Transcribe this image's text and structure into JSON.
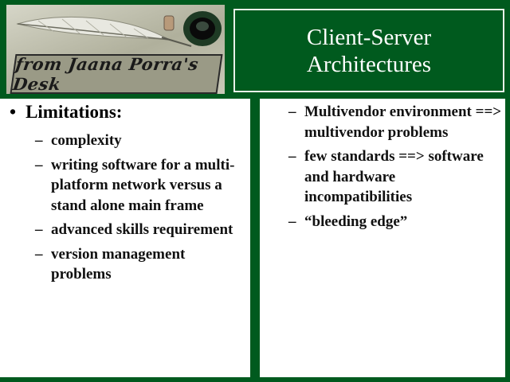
{
  "logo": {
    "caption": "from Jaana Porra's Desk",
    "quill_icon": "feather-quill-icon",
    "inkwell_icon": "inkwell-icon"
  },
  "title": "Client-Server\nArchitectures",
  "left": {
    "bullet": "•",
    "heading": "Limitations:",
    "items": [
      "complexity",
      "writing software for a multi-platform network versus a stand alone main frame",
      "advanced skills requirement",
      "version management problems"
    ]
  },
  "right": {
    "items": [
      "Multivendor environment ==> multivendor problems",
      "few standards ==> software and hardware incompatibilities",
      "“bleeding edge”"
    ]
  },
  "dash": "–",
  "colors": {
    "background": "#005a1e",
    "panel": "#ffffff",
    "title_text": "#ffffff"
  }
}
